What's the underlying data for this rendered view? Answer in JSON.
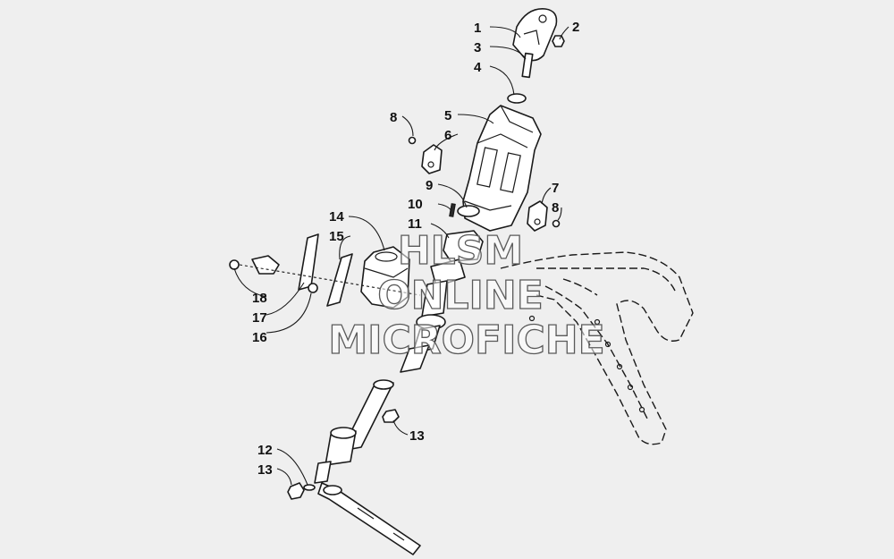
{
  "callouts": [
    {
      "id": "c1",
      "label": "1"
    },
    {
      "id": "c2",
      "label": "2"
    },
    {
      "id": "c3",
      "label": "3"
    },
    {
      "id": "c4",
      "label": "4"
    },
    {
      "id": "c5",
      "label": "5"
    },
    {
      "id": "c6",
      "label": "6"
    },
    {
      "id": "c7",
      "label": "7"
    },
    {
      "id": "c8a",
      "label": "8"
    },
    {
      "id": "c8b",
      "label": "8"
    },
    {
      "id": "c9",
      "label": "9"
    },
    {
      "id": "c10",
      "label": "10"
    },
    {
      "id": "c11",
      "label": "11"
    },
    {
      "id": "c12",
      "label": "12"
    },
    {
      "id": "c13a",
      "label": "13"
    },
    {
      "id": "c13b",
      "label": "13"
    },
    {
      "id": "c14",
      "label": "14"
    },
    {
      "id": "c15",
      "label": "15"
    },
    {
      "id": "c16",
      "label": "16"
    },
    {
      "id": "c17",
      "label": "17"
    },
    {
      "id": "c18",
      "label": "18"
    }
  ],
  "watermark": {
    "line1": "HLSM",
    "line2": "ONLINE",
    "line3": "MICROFICHE"
  }
}
